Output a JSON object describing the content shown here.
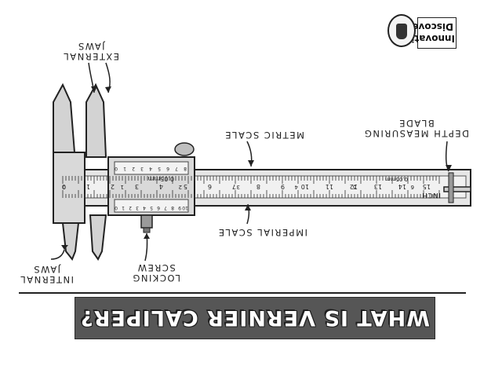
{
  "labels": {
    "external_jaws": [
      "EXTERNAL",
      "JAWS"
    ],
    "internal_jaws": [
      "INTERNAL",
      "JAWS"
    ],
    "locking_screw": [
      "LOCKING",
      "SCREW"
    ],
    "metric_scale": "METRIC SCALE",
    "imperial_scale": "IMPERIAL SCALE",
    "depth_blade": [
      "DEPTH MEASURING",
      "BLADE"
    ],
    "unit_inch": "INCH",
    "vernier_mm": "0.05mm",
    "beam_mm": "0.05mm"
  },
  "scale_numbers": {
    "main_top": [
      "0",
      "1",
      "2",
      "3",
      "4",
      "5",
      "6",
      "7",
      "8",
      "9",
      "10",
      "11",
      "12",
      "13",
      "14",
      "15"
    ],
    "main_bottom": [
      "0",
      "1",
      "2",
      "3",
      "4",
      "5",
      "6"
    ],
    "vernier_top": [
      "0",
      "1",
      "2",
      "3",
      "4",
      "5",
      "6",
      "7",
      "8",
      "9",
      "10"
    ],
    "vernier_bottom": [
      "0",
      "1",
      "2",
      "3",
      "4",
      "5",
      "6",
      "7",
      "8"
    ]
  },
  "banner": {
    "title": "WHAT IS VERNIER CALIPER?"
  },
  "brand": {
    "line1": "Innovation",
    "line2": "Discoveries"
  },
  "colors": {
    "banner_bg": "#565656",
    "ink": "#222222",
    "body_fill": "#d9d9d9",
    "scale_fill": "#e6e6e6"
  }
}
